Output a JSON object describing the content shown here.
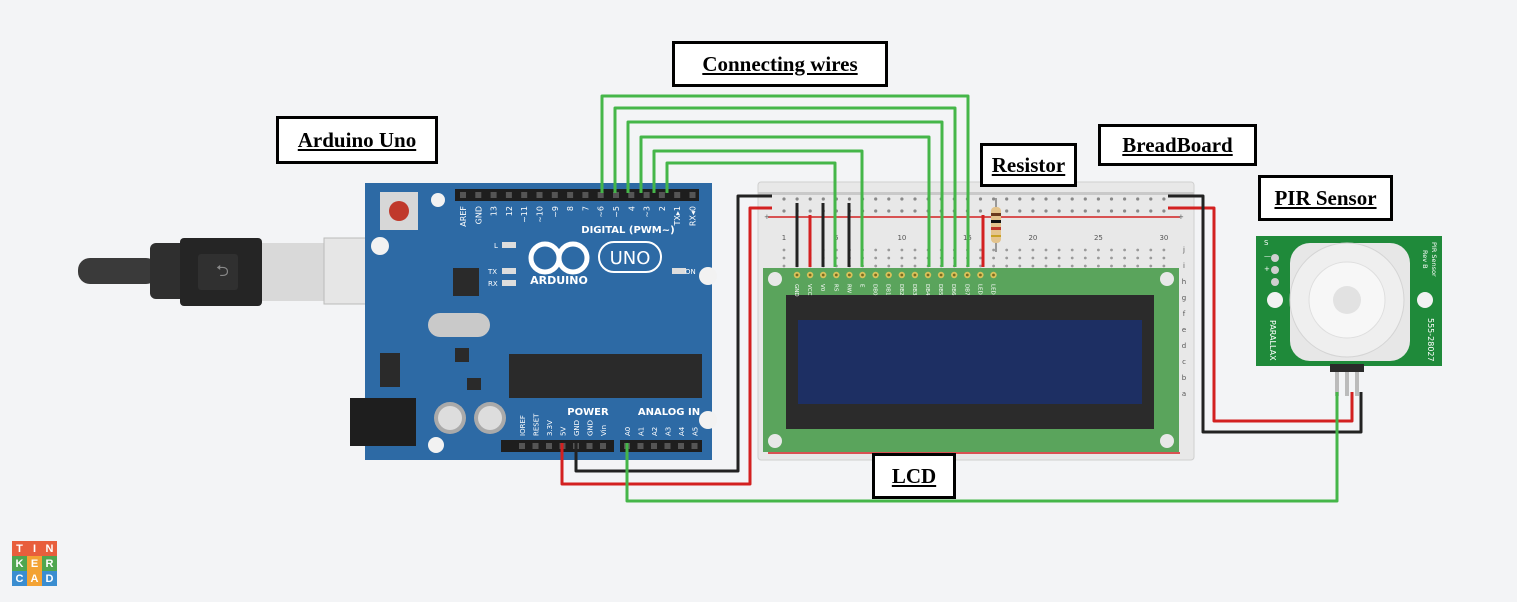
{
  "labels": {
    "arduino": "Arduino Uno",
    "wires": "Connecting wires",
    "resistor": "Resistor",
    "breadboard": "BreadBoard",
    "pir": "PIR Sensor",
    "lcd": "LCD"
  },
  "arduino": {
    "logo_text": "ARDUINO",
    "model": "UNO",
    "digital_label": "DIGITAL (PWM~)",
    "power_label": "POWER",
    "analog_label": "ANALOG IN",
    "on_label": "ON",
    "l_label": "L",
    "tx_label": "TX",
    "rx_label": "RX",
    "top_pins": [
      "AREF",
      "GND",
      "13",
      "12",
      "~11",
      "~10",
      "~9",
      "8",
      "7",
      "~6",
      "~5",
      "4",
      "~3",
      "2",
      "TX▸1",
      "RX◂0"
    ],
    "power_pins": [
      "IOREF",
      "RESET",
      "3.3V",
      "5V",
      "GND",
      "GND",
      "Vin"
    ],
    "analog_pins": [
      "A0",
      "A1",
      "A2",
      "A3",
      "A4",
      "A5"
    ]
  },
  "lcd": {
    "pins": [
      "GND",
      "VCC",
      "V0",
      "RS",
      "RW",
      "E",
      "DB0",
      "DB1",
      "DB2",
      "DB3",
      "DB4",
      "DB5",
      "DB6",
      "DB7",
      "LED",
      "LED"
    ]
  },
  "breadboard": {
    "columns": [
      "1",
      "5",
      "10",
      "15",
      "20",
      "25",
      "30"
    ],
    "rows": [
      "j",
      "i",
      "h",
      "g",
      "f",
      "e",
      "d",
      "c",
      "b",
      "a"
    ]
  },
  "pir": {
    "brand": "PARALLAX",
    "title": "PIR Sensor",
    "rev": "Rev B",
    "part": "555-28027",
    "pins": [
      "S",
      "—",
      "+"
    ]
  },
  "tinkercad": {
    "letters": [
      "T",
      "I",
      "N",
      "K",
      "E",
      "R",
      "C",
      "A",
      "D"
    ],
    "colors": [
      "#e85e3c",
      "#e85e3c",
      "#e85e3c",
      "#4fa64f",
      "#f3a233",
      "#4fa64f",
      "#3a8dd0",
      "#f3a233",
      "#3a8dd0"
    ]
  },
  "colors": {
    "board": "#2d6aa5",
    "lcd_pcb": "#5aa45c",
    "lcd_screen": "#1d2f63",
    "pir_pcb": "#1f8a3a",
    "wire_green": "#45b649",
    "wire_red": "#d32020",
    "wire_black": "#222222"
  }
}
